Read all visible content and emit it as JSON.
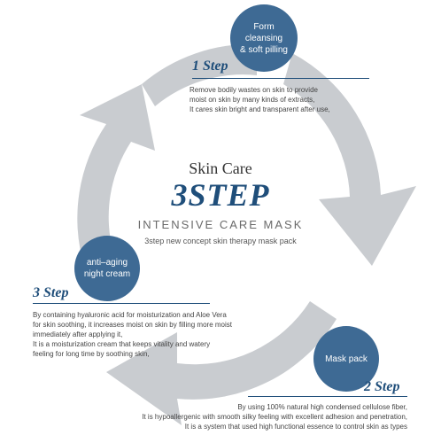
{
  "colors": {
    "accent": "#3e6a94",
    "arrow": "#c9ccd0",
    "title": "#1f4e7a"
  },
  "center": {
    "line1": "Skin Care",
    "line2": "3STEP",
    "line3": "INTENSIVE CARE MASK",
    "line4": "3step new concept skin therapy mask pack"
  },
  "steps": [
    {
      "badge": "Form cleansing\n& soft pilling",
      "title": "1 Step",
      "lines": [
        "Remove bodily wastes on skin to provide",
        "moist on skin by many kinds of extracts,",
        "It cares skin bright and transparent after use,"
      ]
    },
    {
      "badge": "Mask pack",
      "title": "2 Step",
      "lines": [
        "By using 100% natural high condensed cellulose fiber,",
        "It is hypoallergenic with smooth silky feeling with excellent adhesion and penetration,",
        "It is a system that used high functional essence to control skin as types"
      ]
    },
    {
      "badge": "anti–aging\nnight cream",
      "title": "3 Step",
      "lines": [
        "By containing hyaluronic acid for moisturization and Aloe Vera",
        "for skin soothing, it increases moist on skin by filling more moist",
        "immediately after applying it,",
        "It is a moisturization cream that keeps vitality and watery",
        "feeling for long time by soothing skin,"
      ]
    }
  ]
}
